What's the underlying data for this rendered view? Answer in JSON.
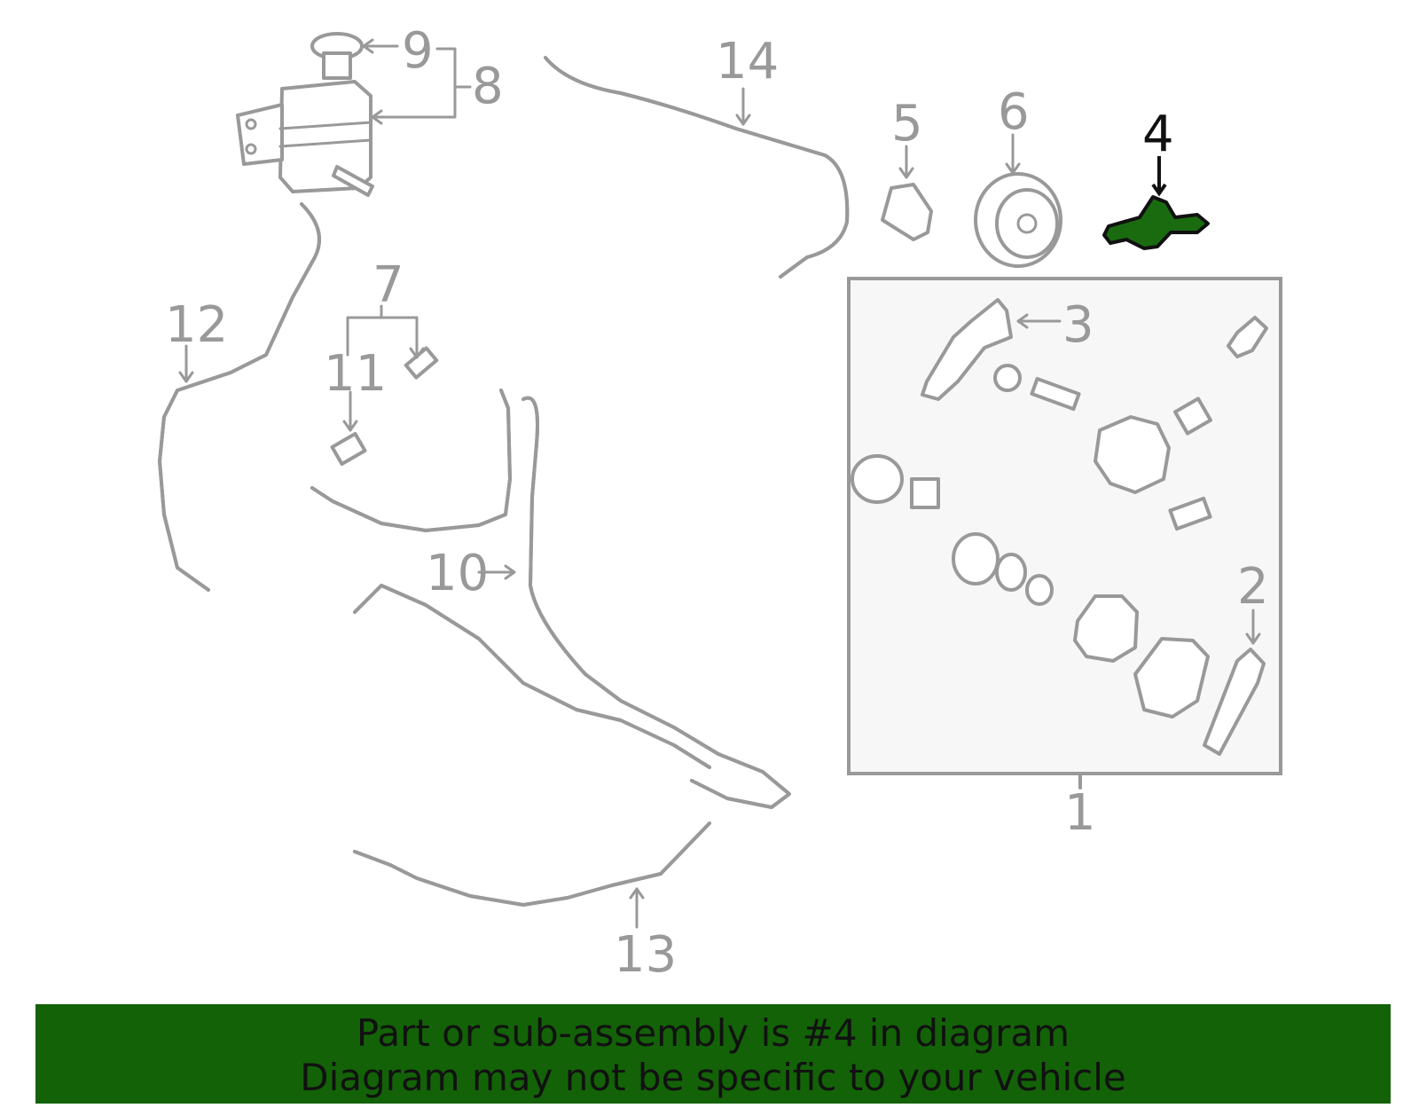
{
  "callouts": {
    "c1": "1",
    "c2": "2",
    "c3": "3",
    "c4": "4",
    "c5": "5",
    "c6": "6",
    "c7": "7",
    "c8": "8",
    "c9": "9",
    "c10": "10",
    "c11": "11",
    "c12": "12",
    "c13": "13",
    "c14": "14"
  },
  "highlighted_part": "4",
  "colors": {
    "highlight": "#1a6b10",
    "banner": "#136207",
    "line": "#999999",
    "panel": "#f7f7f7"
  },
  "banner": {
    "line1": "Part or sub-assembly is #4 in diagram",
    "line2": "Diagram may not be specific to your vehicle"
  }
}
